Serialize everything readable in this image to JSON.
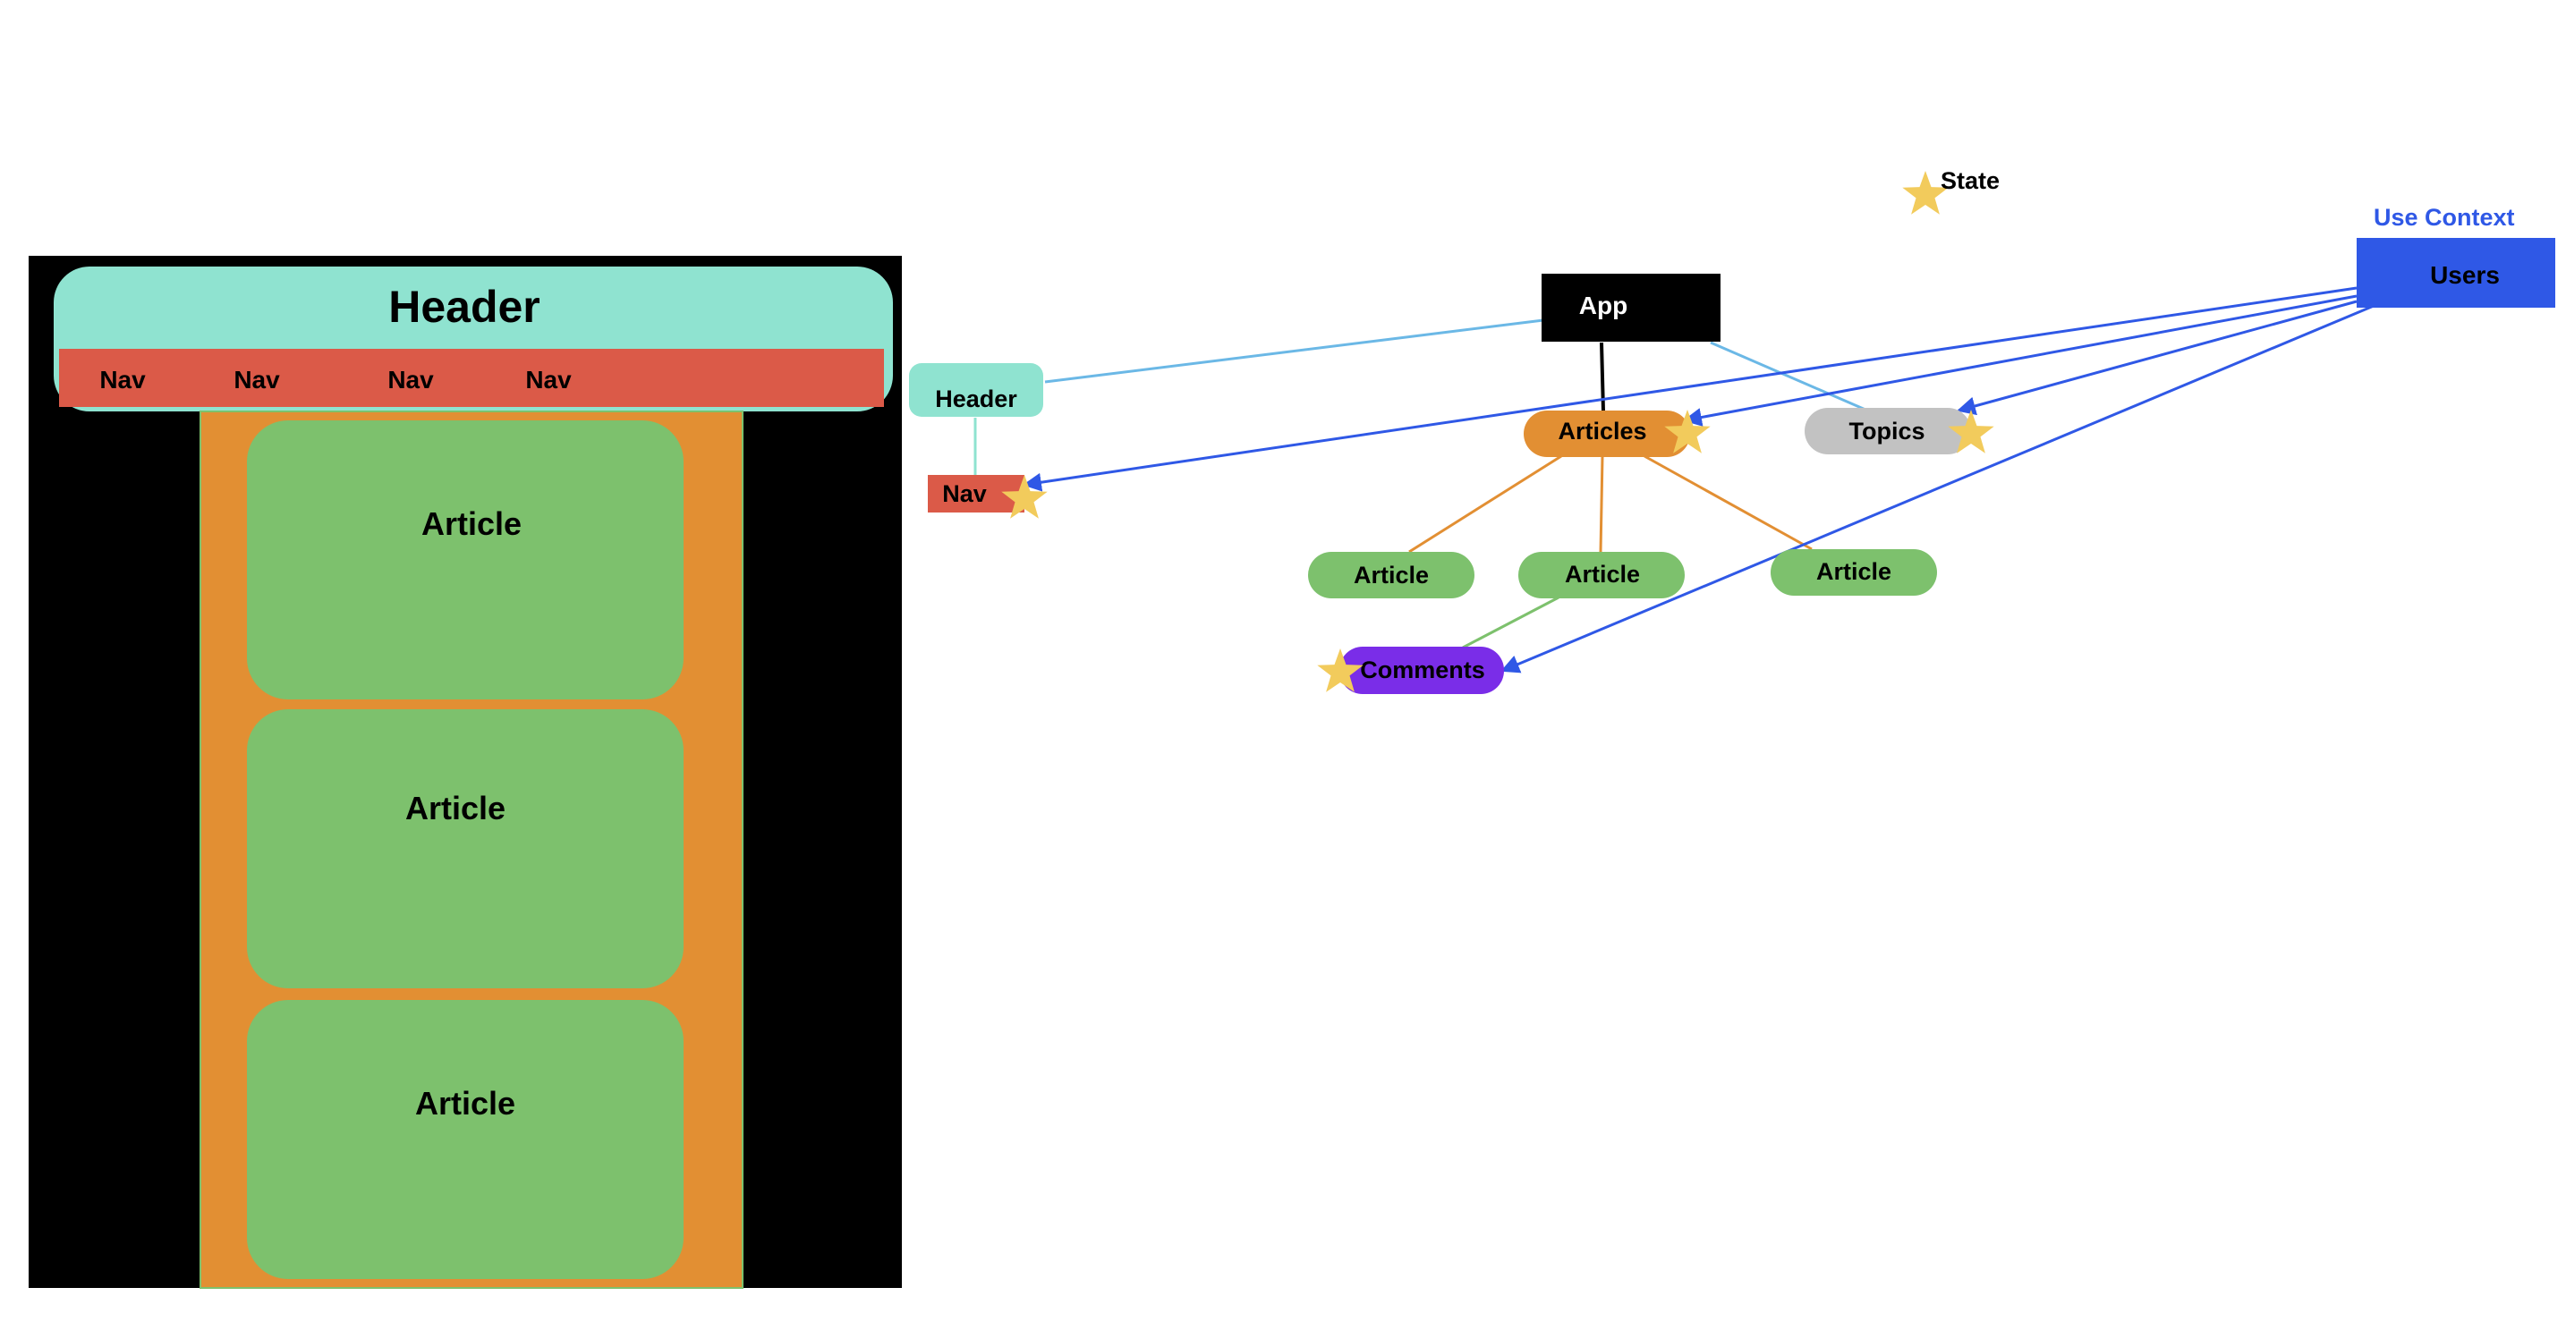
{
  "colors": {
    "black": "#000000",
    "teal": "#8fe3d0",
    "nav_red": "#db5a48",
    "orange": "#e28f33",
    "green": "#7dc16d",
    "gray": "#c2c2c2",
    "purple": "#7a2de8",
    "blue": "#2f58e6",
    "light_blue": "#6bb8e6",
    "star_yellow": "#f2cb5c",
    "white": "#ffffff"
  },
  "mockup": {
    "header_title": "Header",
    "nav_items": [
      "Nav",
      "Nav",
      "Nav",
      "Nav"
    ],
    "articles": [
      "Article",
      "Article",
      "Article"
    ]
  },
  "tree": {
    "app": "App",
    "header": "Header",
    "nav": "Nav",
    "articles": "Articles",
    "topics": "Topics",
    "article_left": "Article",
    "article_mid": "Article",
    "article_right": "Article",
    "comments": "Comments",
    "users": "Users"
  },
  "legend": {
    "state_label": "State",
    "use_context_label": "Use Context"
  }
}
